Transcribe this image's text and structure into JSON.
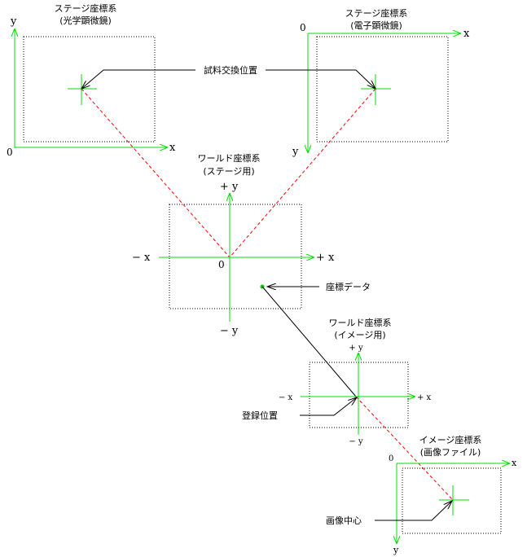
{
  "stage_optical": {
    "title_line1": "ステージ座標系",
    "title_line2": "(光学顕微鏡)",
    "x_label": "x",
    "y_label": "y",
    "origin_label": "0"
  },
  "stage_electron": {
    "title_line1": "ステージ座標系",
    "title_line2": "(電子顕微鏡)",
    "x_label": "x",
    "y_label": "y",
    "origin_label": "0"
  },
  "sample_exchange_label": "試料交換位置",
  "world_stage": {
    "title_line1": "ワールド座標系",
    "title_line2": "(ステージ用)",
    "plus_y": "+ y",
    "minus_y": "− y",
    "plus_x": "+ x",
    "minus_x": "− x",
    "origin_label": "0"
  },
  "coordinate_data_label": "座標データ",
  "world_image": {
    "title_line1": "ワールド座標系",
    "title_line2": "(イメージ用)",
    "plus_y": "+ y",
    "minus_y": "− y",
    "plus_x": "+ x",
    "minus_x": "− x"
  },
  "registered_position_label": "登録位置",
  "image_coord": {
    "title_line1": "イメージ座標系",
    "title_line2": "(画像ファイル)",
    "x_label": "x",
    "y_label": "y",
    "origin_label": "0"
  },
  "image_center_label": "画像中心",
  "colors": {
    "axis": "#00dd00",
    "dashed_link": "#ff0000",
    "box": "#000000",
    "point": "#00cc00"
  }
}
